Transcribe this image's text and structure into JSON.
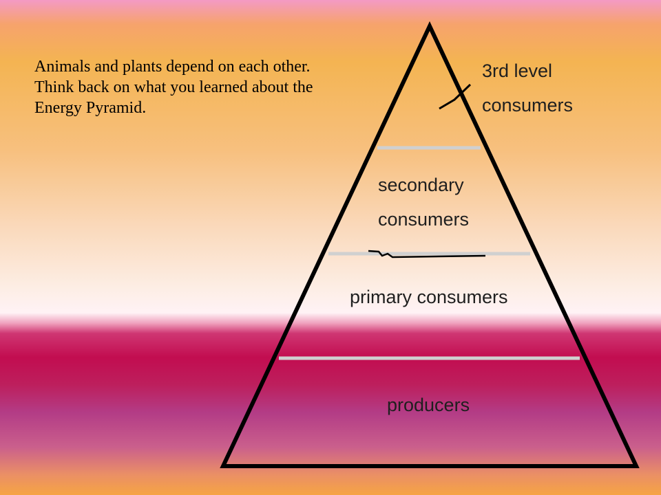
{
  "intro_text": "Animals and plants depend on each other.  Think back on what you learned about the Energy Pyramid.",
  "pyramid": {
    "levels": [
      {
        "label_lines": [
          "3rd level",
          "consumers"
        ]
      },
      {
        "label_lines": [
          "secondary",
          "consumers"
        ]
      },
      {
        "label_lines": [
          "primary consumers"
        ]
      },
      {
        "label_lines": [
          "producers"
        ]
      }
    ]
  },
  "colors": {
    "outline": "#000000",
    "divider": "#d0d0d0",
    "text": "#1f1f1f"
  }
}
